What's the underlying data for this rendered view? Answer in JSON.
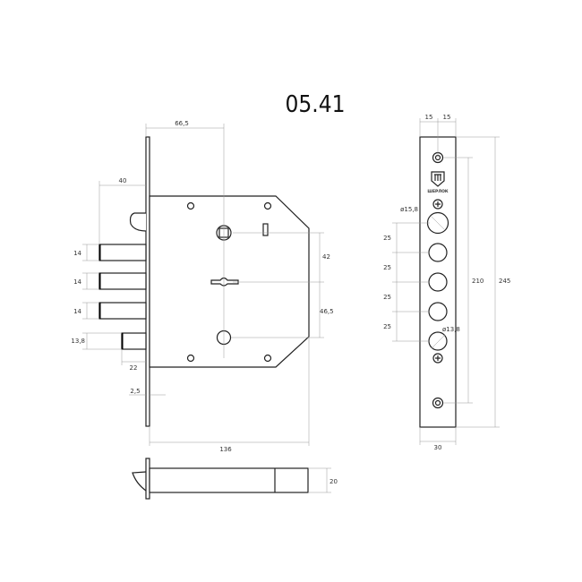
{
  "title": "05.41",
  "brand": "ШЕРЛОК",
  "front_view": {
    "dims": {
      "backset": "66,5",
      "bolt_throw": "40",
      "bolt_height_1": "14",
      "bolt_height_2": "14",
      "bolt_height_3": "14",
      "latch_height": "13,8",
      "latch_throw": "22",
      "faceplate_thickness": "2,5",
      "spindle_to_key": "42",
      "key_to_cylinder": "46,5",
      "body_width": "136"
    }
  },
  "bottom_view": {
    "dims": {
      "thickness": "20"
    }
  },
  "strike_plate": {
    "dims": {
      "half_width_left": "15",
      "half_width_right": "15",
      "width": "30",
      "screw_spacing": "210",
      "length": "245",
      "hole_diameter_large": "ø15,8",
      "hole_diameter_small": "ø13,8",
      "pitch_1": "25",
      "pitch_2": "25",
      "pitch_3": "25",
      "pitch_4": "25"
    }
  }
}
